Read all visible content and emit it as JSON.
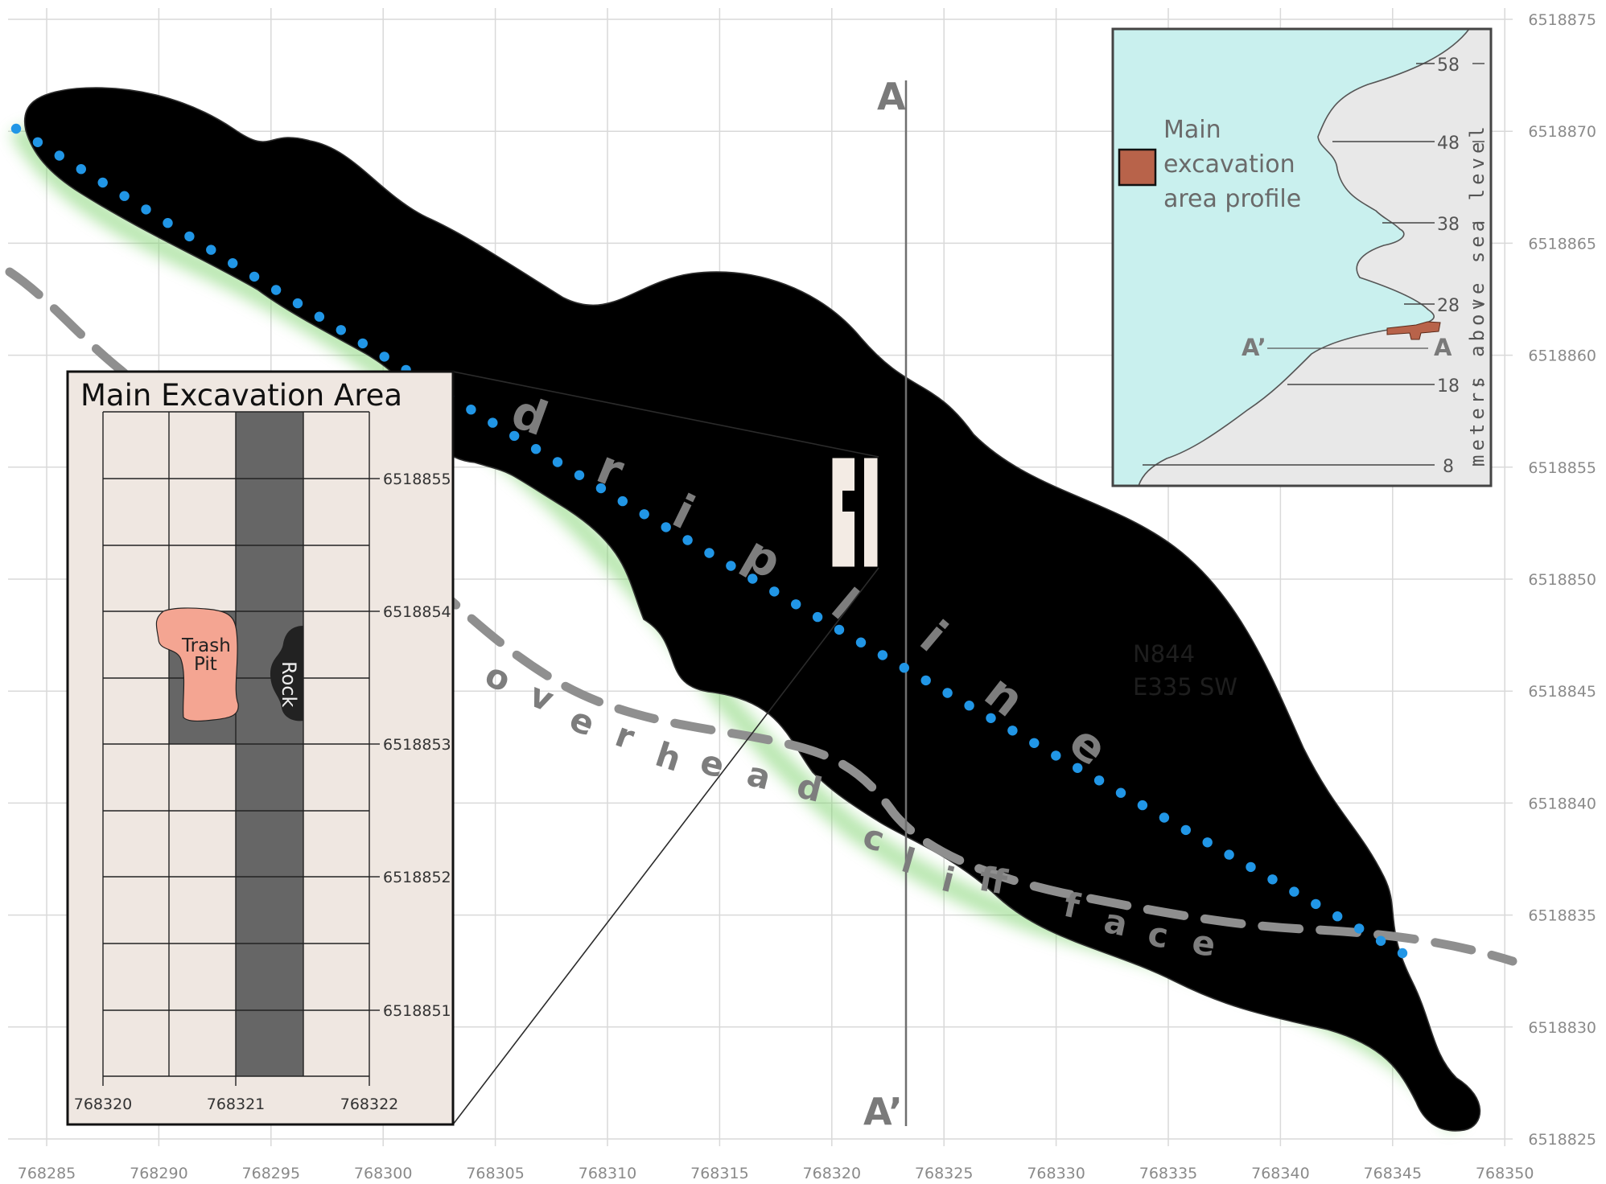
{
  "map": {
    "x_ticks": [
      "768285",
      "768290",
      "768295",
      "768300",
      "768305",
      "768310",
      "768315",
      "768320",
      "768325",
      "768330",
      "768335",
      "768340",
      "768345",
      "768350"
    ],
    "y_ticks": [
      "6518875",
      "6518870",
      "6518865",
      "6518860",
      "6518855",
      "6518850",
      "6518845",
      "6518840",
      "6518835",
      "6518830",
      "6518825"
    ],
    "section_line": {
      "top_label": "A",
      "bottom_label": "A’"
    },
    "dripline_letters": [
      "d",
      "r",
      "i",
      "p",
      "l",
      "i",
      "n",
      "e"
    ],
    "cliff_letters": [
      "o",
      "v",
      "e",
      "r",
      "h",
      "e",
      "a",
      "d",
      "c",
      "l",
      "i",
      "ff",
      "f",
      "a",
      "c",
      "e"
    ],
    "unit_label": {
      "line1": "N844",
      "line2": "E335 SW"
    },
    "colors": {
      "deposit": "#b5ada0",
      "dripline": "#2196e6",
      "cliff": "#8f8f8f",
      "inset_water": "#c9f0ee",
      "profile_fill": "#b8634a",
      "trash_pit": "#f4a592"
    }
  },
  "inset": {
    "title": "Main Excavation Area",
    "trash_pit": {
      "line1": "Trash",
      "line2": "Pit"
    },
    "rock": "Rock",
    "y_ticks": [
      "6518855",
      "6518854",
      "6518853",
      "6518852",
      "6518851"
    ],
    "x_ticks": [
      "768320",
      "768321",
      "768322"
    ]
  },
  "profile": {
    "legend": [
      "Main",
      "excavation",
      "area profile"
    ],
    "elevations": [
      "58",
      "48",
      "38",
      "28",
      "18",
      "8"
    ],
    "axis_label": "meters above sea level",
    "left_marker": "A’",
    "right_marker": "A"
  }
}
